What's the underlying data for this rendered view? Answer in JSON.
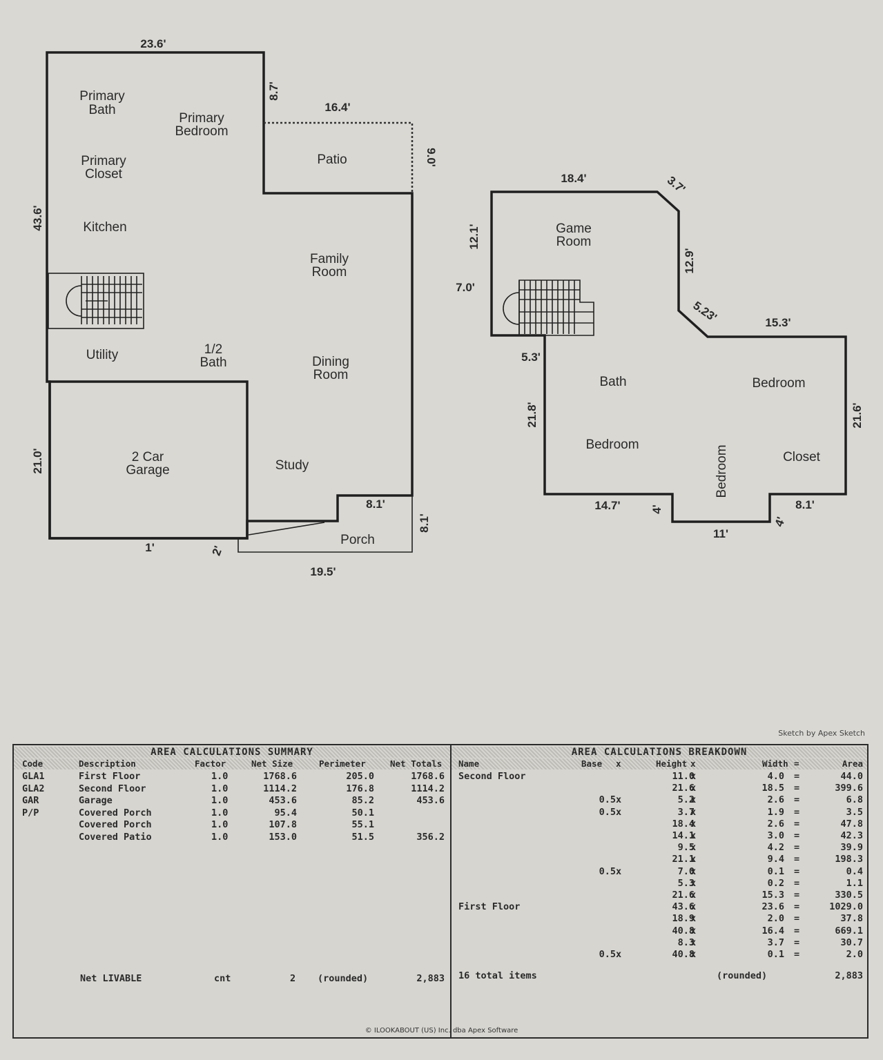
{
  "first_floor": {
    "rooms": {
      "primary_bath": [
        "Primary",
        "Bath"
      ],
      "primary_bedroom": [
        "Primary",
        "Bedroom"
      ],
      "primary_closet": [
        "Primary",
        "Closet"
      ],
      "kitchen": "Kitchen",
      "patio": "Patio",
      "family_room": [
        "Family",
        "Room"
      ],
      "utility": "Utility",
      "half_bath": [
        "1/2",
        "Bath"
      ],
      "dining_room": [
        "Dining",
        "Room"
      ],
      "garage": [
        "2 Car",
        "Garage"
      ],
      "study": "Study",
      "porch": "Porch"
    },
    "dims": {
      "top": "23.6'",
      "right_upper": "8.7'",
      "patio_width": "16.4'",
      "patio_height": "9.0'",
      "left": "43.6'",
      "garage_left": "21.0'",
      "porch_notch": "8.1'",
      "porch_height": "8.1'",
      "bottom_1": "1'",
      "bottom_2": "2'",
      "porch_bottom": "19.5'"
    }
  },
  "second_floor": {
    "rooms": {
      "game_room": [
        "Game",
        "Room"
      ],
      "bath": "Bath",
      "bedroom_right": "Bedroom",
      "bedroom_left": "Bedroom",
      "bedroom_vertical": "Bedroom",
      "closet": "Closet"
    },
    "dims": {
      "top": "18.4'",
      "angle_top": "3.7'",
      "left_upper": "12.1'",
      "right_upper": "12.9'",
      "angle_mid": "5.23'",
      "right_top": "15.3'",
      "stair": "7.0'",
      "step": "5.3'",
      "left_lower": "21.8'",
      "right_lower": "21.6'",
      "bottom_left": "14.7'",
      "notch_left": "4'",
      "bottom_mid": "11'",
      "notch_right": "4'",
      "bottom_right": "8.1'"
    }
  },
  "credit": "Sketch by Apex Sketch",
  "footer": "© ILOOKABOUT (US) Inc. dba Apex Software",
  "summary": {
    "title": "AREA CALCULATIONS SUMMARY",
    "headers": [
      "Code",
      "Description",
      "Factor",
      "Net Size",
      "Perimeter",
      "Net Totals"
    ],
    "rows": [
      [
        "GLA1",
        "First Floor",
        "1.0",
        "1768.6",
        "205.0",
        "1768.6"
      ],
      [
        "GLA2",
        "Second Floor",
        "1.0",
        "1114.2",
        "176.8",
        "1114.2"
      ],
      [
        "GAR",
        "Garage",
        "1.0",
        "453.6",
        "85.2",
        "453.6"
      ],
      [
        "P/P",
        "Covered Porch",
        "1.0",
        "95.4",
        "50.1",
        ""
      ],
      [
        "",
        "Covered Porch",
        "1.0",
        "107.8",
        "55.1",
        ""
      ],
      [
        "",
        "Covered Patio",
        "1.0",
        "153.0",
        "51.5",
        "356.2"
      ]
    ],
    "net_label": "Net LIVABLE",
    "cnt_label": "cnt",
    "cnt_value": "2",
    "rounded_label": "(rounded)",
    "net_total": "2,883"
  },
  "breakdown": {
    "title": "AREA CALCULATIONS BREAKDOWN",
    "headers": [
      "Name",
      "Base",
      "x",
      "Height",
      "x",
      "Width",
      "=",
      "Area"
    ],
    "rows": [
      [
        "Second Floor",
        "",
        "11.0",
        "4.0",
        "44.0"
      ],
      [
        "",
        "",
        "21.6",
        "18.5",
        "399.6"
      ],
      [
        "",
        "0.5",
        "5.2",
        "2.6",
        "6.8"
      ],
      [
        "",
        "0.5",
        "3.7",
        "1.9",
        "3.5"
      ],
      [
        "",
        "",
        "18.4",
        "2.6",
        "47.8"
      ],
      [
        "",
        "",
        "14.1",
        "3.0",
        "42.3"
      ],
      [
        "",
        "",
        "9.5",
        "4.2",
        "39.9"
      ],
      [
        "",
        "",
        "21.1",
        "9.4",
        "198.3"
      ],
      [
        "",
        "0.5",
        "7.0",
        "0.1",
        "0.4"
      ],
      [
        "",
        "",
        "5.3",
        "0.2",
        "1.1"
      ],
      [
        "",
        "",
        "21.6",
        "15.3",
        "330.5"
      ],
      [
        "First Floor",
        "",
        "43.6",
        "23.6",
        "1029.0"
      ],
      [
        "",
        "",
        "18.9",
        "2.0",
        "37.8"
      ],
      [
        "",
        "",
        "40.8",
        "16.4",
        "669.1"
      ],
      [
        "",
        "",
        "8.3",
        "3.7",
        "30.7"
      ],
      [
        "",
        "0.5",
        "40.8",
        "0.1",
        "2.0"
      ]
    ],
    "total_label": "16 total items",
    "rounded_label": "(rounded)",
    "total": "2,883"
  }
}
